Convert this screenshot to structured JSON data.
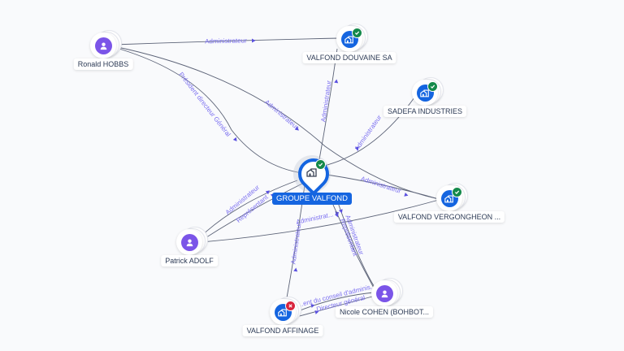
{
  "colors": {
    "company": "#1565e0",
    "person": "#7b55e8",
    "status_active": "#14894a",
    "status_inactive": "#d8243c",
    "edge": "#5d6478",
    "edge_label": "#7b6ff0"
  },
  "center": {
    "name": "GROUPE VALFOND",
    "icon": "company-building-icon",
    "status": "active"
  },
  "nodes": [
    {
      "id": "hobbs",
      "name": "Ronald HOBBS",
      "type": "person",
      "icon": "person-icon",
      "status": null
    },
    {
      "id": "douvaine",
      "name": "VALFOND DOUVAINE SA",
      "type": "company",
      "icon": "company-building-icon",
      "status": "active"
    },
    {
      "id": "sadefa",
      "name": "SADEFA INDUSTRIES",
      "type": "company",
      "icon": "company-building-icon",
      "status": "active"
    },
    {
      "id": "vergongheon",
      "name": "VALFOND VERGONGHEON ...",
      "type": "company",
      "icon": "company-building-icon",
      "status": "active"
    },
    {
      "id": "adolf",
      "name": "Patrick ADOLF",
      "type": "person",
      "icon": "person-icon",
      "status": null
    },
    {
      "id": "affinage",
      "name": "VALFOND AFFINAGE",
      "type": "company",
      "icon": "company-building-icon",
      "status": "inactive"
    },
    {
      "id": "cohen",
      "name": "Nicole COHEN (BOHBOT...",
      "type": "person",
      "icon": "person-icon",
      "status": null
    }
  ],
  "edges": [
    {
      "from": "hobbs",
      "to": "douvaine",
      "label": "Administrateur"
    },
    {
      "from": "hobbs",
      "to": "center",
      "label": "Président directeur Général"
    },
    {
      "from": "hobbs",
      "to": "vergongheon",
      "label": "Administrateur"
    },
    {
      "from": "center",
      "to": "douvaine",
      "label": "Administrateur"
    },
    {
      "from": "center",
      "to": "sadefa",
      "label": "Administrateur"
    },
    {
      "from": "center",
      "to": "vergongheon",
      "label": "Administrateur"
    },
    {
      "from": "adolf",
      "to": "center",
      "label": "Administrateur"
    },
    {
      "from": "adolf",
      "to": "center",
      "label": "Représentant"
    },
    {
      "from": "adolf",
      "to": "vergongheon",
      "label": "Administrat..."
    },
    {
      "from": "center",
      "to": "affinage",
      "label": "Administrateur"
    },
    {
      "from": "cohen",
      "to": "center",
      "label": "Administrateur"
    },
    {
      "from": "cohen",
      "to": "center",
      "label": "Représentant"
    },
    {
      "from": "cohen",
      "to": "affinage",
      "label": "...ent du conseil d'adminis..."
    },
    {
      "from": "cohen",
      "to": "affinage",
      "label": "Directeur général"
    }
  ]
}
